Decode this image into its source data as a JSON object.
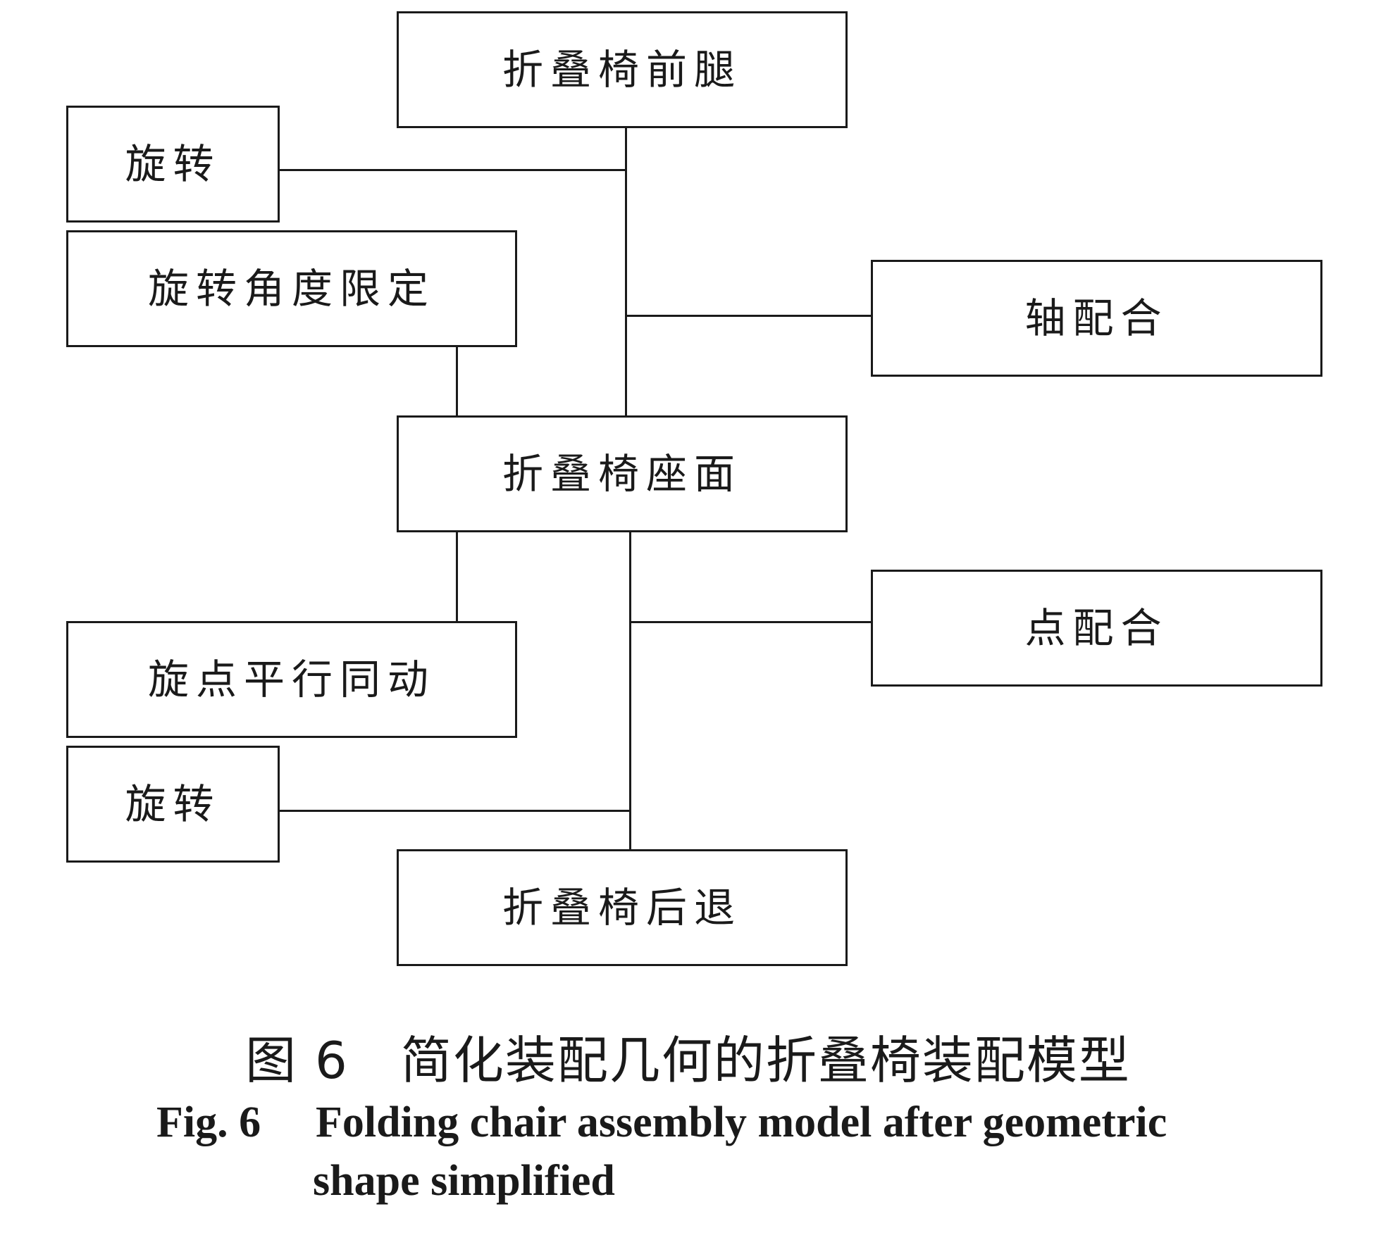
{
  "diagram": {
    "nodes": {
      "front_leg": "折叠椅前腿",
      "rotate_top": "旋转",
      "rotation_angle_limit": "旋转角度限定",
      "axis_mate": "轴配合",
      "seat": "折叠椅座面",
      "point_mate": "点配合",
      "rotation_point_parallel": "旋点平行同动",
      "rotate_bottom": "旋转",
      "rear_leg": "折叠椅后退"
    }
  },
  "caption": {
    "cn": "图 6　简化装配几何的折叠椅装配模型",
    "en_label": "Fig. 6",
    "en_line1": "Folding chair assembly model after geometric",
    "en_line2": "shape simplified"
  }
}
